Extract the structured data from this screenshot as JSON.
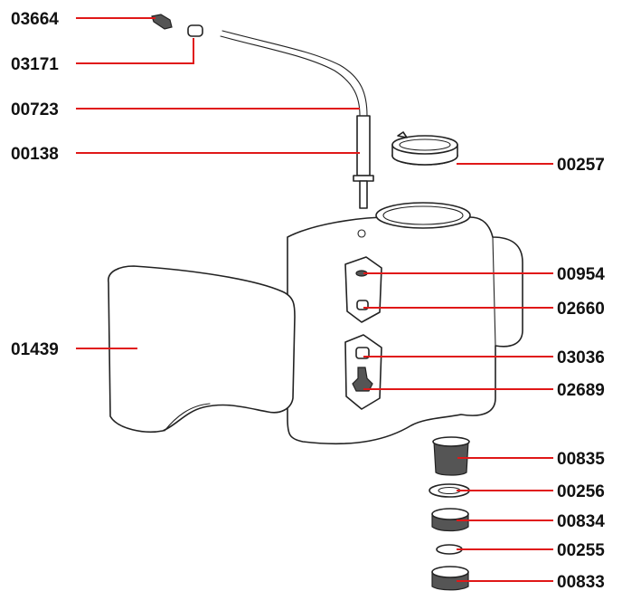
{
  "diagram": {
    "callouts": {
      "c03664": "03664",
      "c03171": "03171",
      "c00723": "00723",
      "c00138": "00138",
      "c00257": "00257",
      "c01439": "01439",
      "c00954": "00954",
      "c02660": "02660",
      "c03036": "03036",
      "c02689": "02689",
      "c00835": "00835",
      "c00256": "00256",
      "c00834": "00834",
      "c00255": "00255",
      "c00833": "00833"
    },
    "colors": {
      "leader_line": "#e01818",
      "line_art": "#222222",
      "label_text": "#111111"
    }
  }
}
